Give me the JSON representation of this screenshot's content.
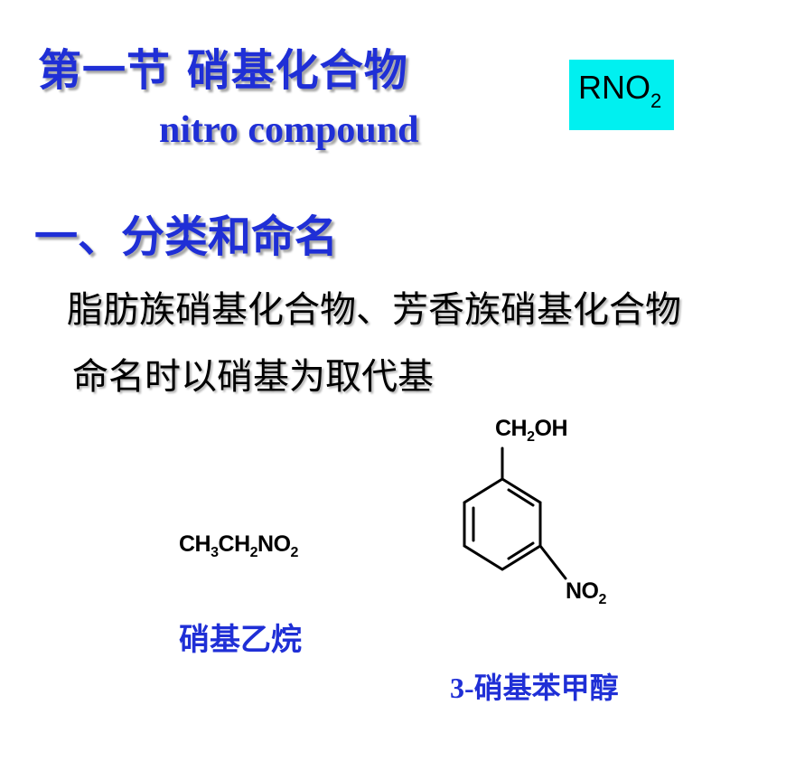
{
  "header": {
    "title_cn": "第一节  硝基化合物",
    "title_en": "nitro compound",
    "formula": {
      "main": "RNO",
      "sub": "2"
    }
  },
  "section": {
    "heading": "一、分类和命名",
    "line1": "脂肪族硝基化合物、芳香族硝基化合物",
    "line2": "命名时以硝基为取代基"
  },
  "examples": {
    "nitroethane": {
      "formula_parts": [
        "CH",
        "3",
        "CH",
        "2",
        "NO",
        "2"
      ],
      "name": "硝基乙烷"
    },
    "nitrobenzyl_alcohol": {
      "top_group": {
        "a": "CH",
        "sub": "2",
        "b": "OH"
      },
      "side_group": {
        "a": "NO",
        "sub": "2"
      },
      "name_num": "3-",
      "name_rest": "硝基苯甲醇"
    }
  }
}
